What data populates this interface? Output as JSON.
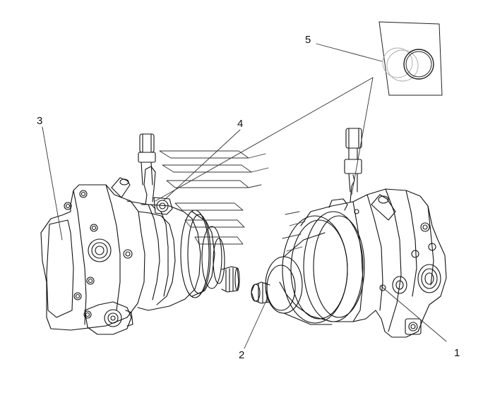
{
  "callouts": {
    "c1": "1",
    "c2": "2",
    "c3": "3",
    "c4": "4",
    "c5": "5"
  },
  "colors": {
    "line": "#111111",
    "leader": "#333333",
    "light": "#9a9a9a"
  }
}
